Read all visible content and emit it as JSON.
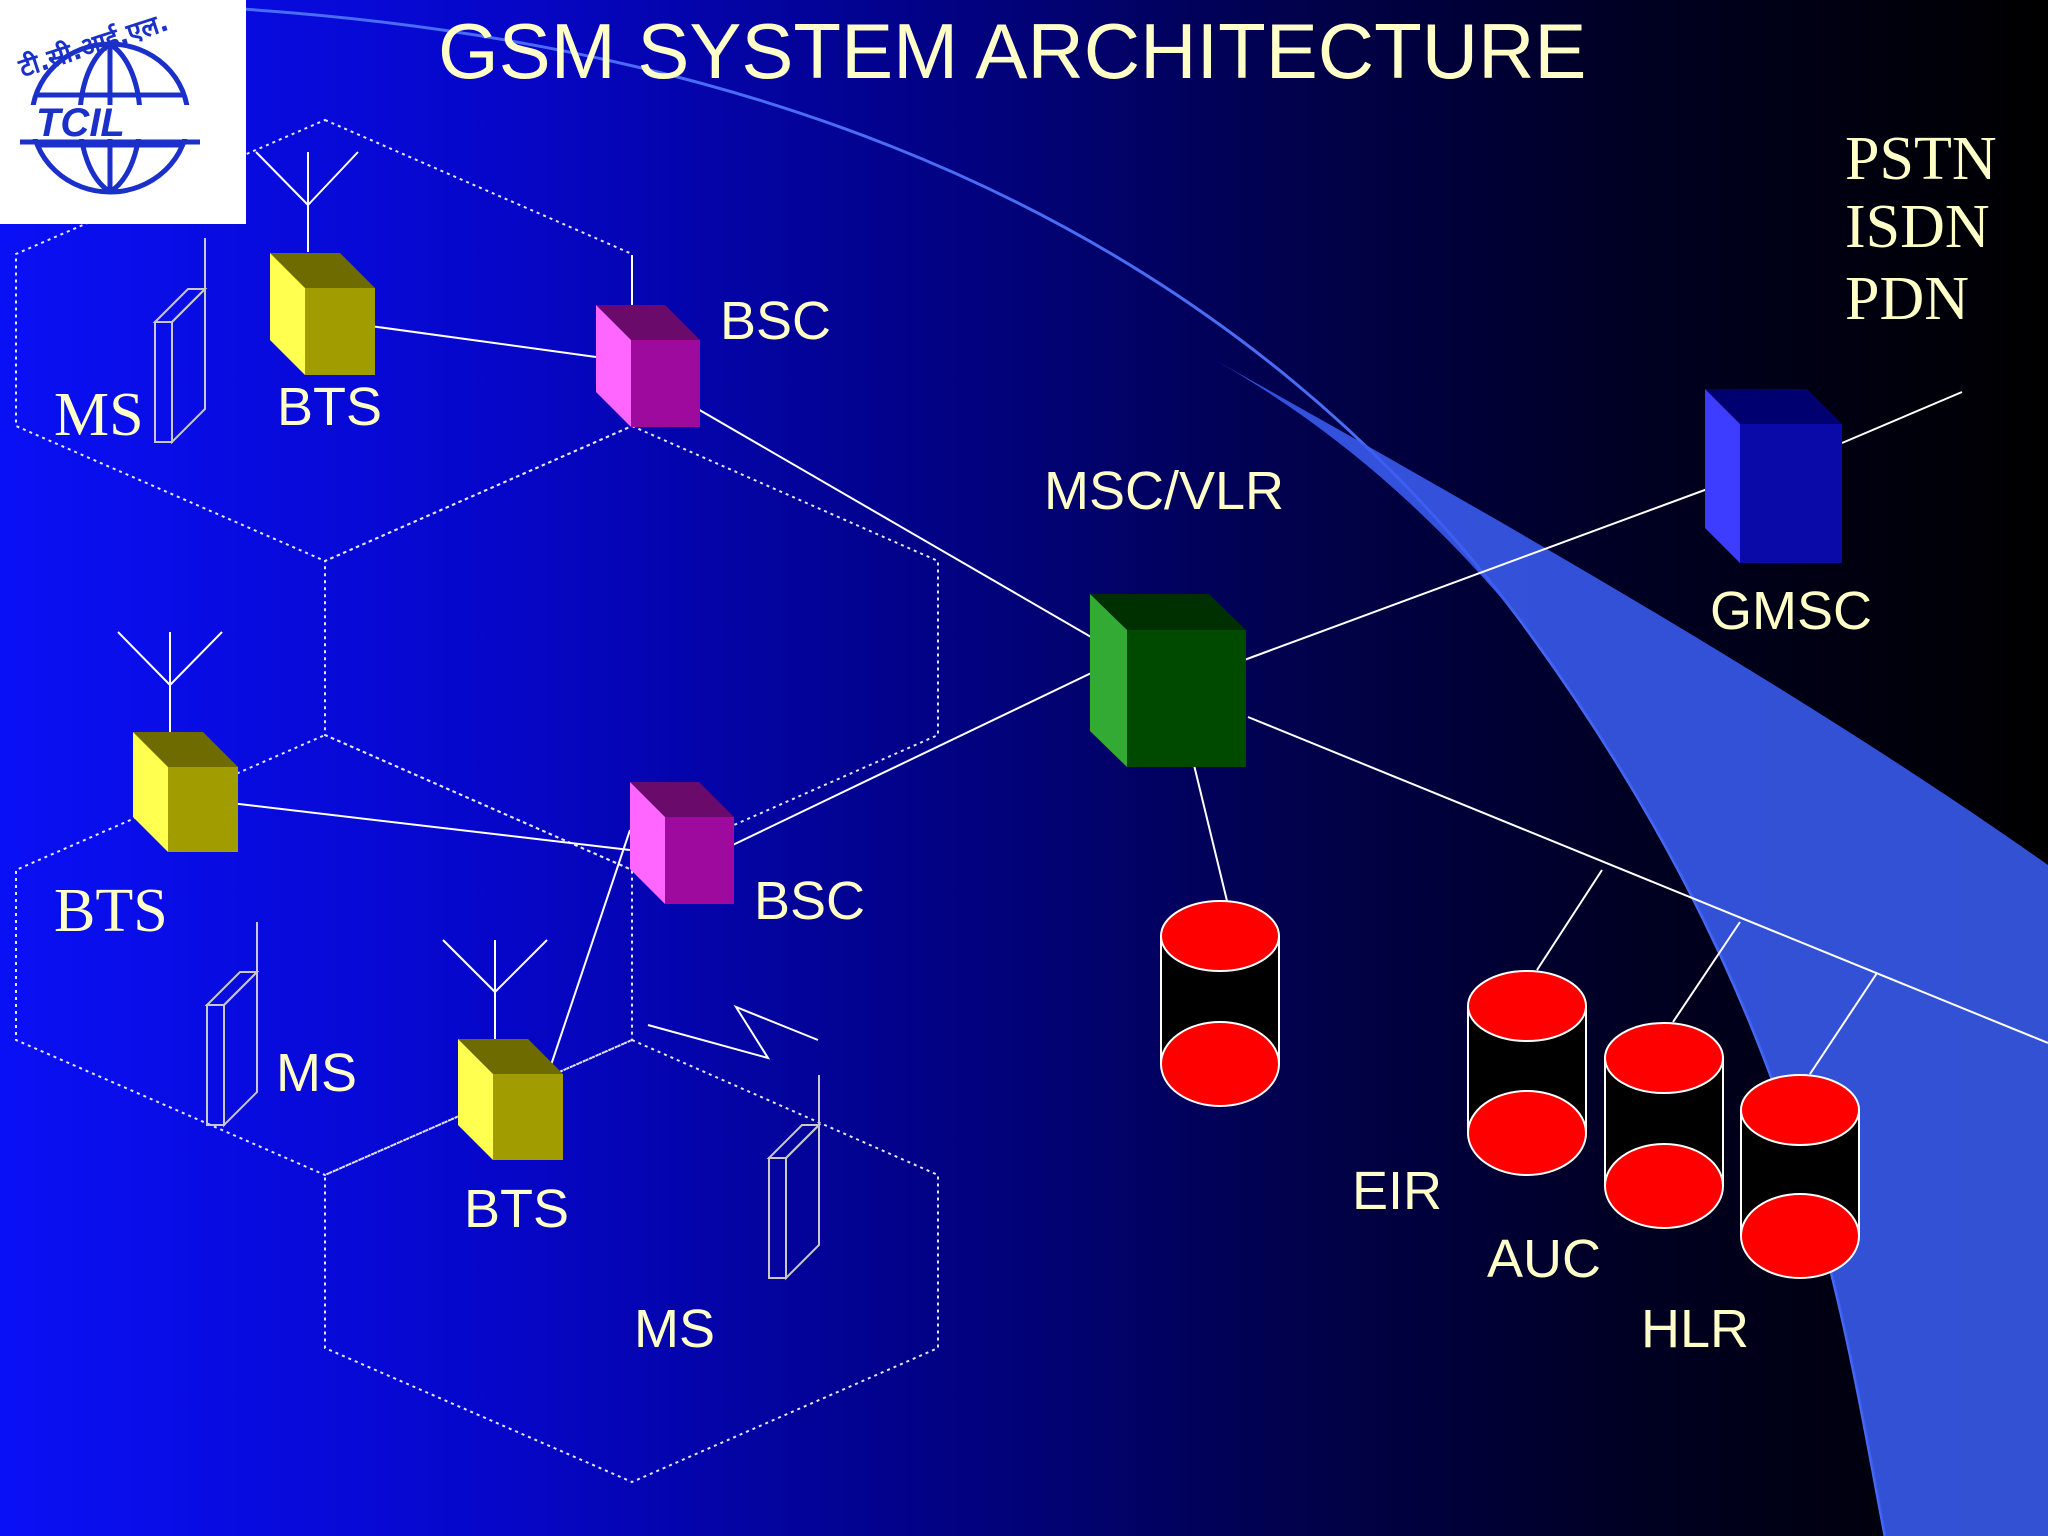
{
  "title": "GSM SYSTEM ARCHITECTURE",
  "logo": {
    "name": "tcil-logo",
    "text": "TCIL",
    "script_text": "टी.सी.आई.एल."
  },
  "colors": {
    "title": "#ffffc8",
    "label": "#ffffc8",
    "bts": "#a19d00",
    "bsc": "#9e0a9e",
    "msc": "#004a00",
    "gmsc": "#0a0aa8",
    "database": "#ff0000",
    "links": "#ffffff",
    "swoosh": "#3a5cf0"
  },
  "labels": {
    "bsc_top": "BSC",
    "bts_top": "BTS",
    "ms_top": "MS",
    "msc_vlr": "MSC/VLR",
    "gmsc": "GMSC",
    "bts_mid": "BTS",
    "bsc_mid": "BSC",
    "ms_mid": "MS",
    "bts_bottom": "BTS",
    "ms_bottom": "MS",
    "eir": "EIR",
    "auc": "AUC",
    "hlr": "HLR"
  },
  "networks": [
    "PSTN",
    "ISDN",
    "PDN"
  ]
}
